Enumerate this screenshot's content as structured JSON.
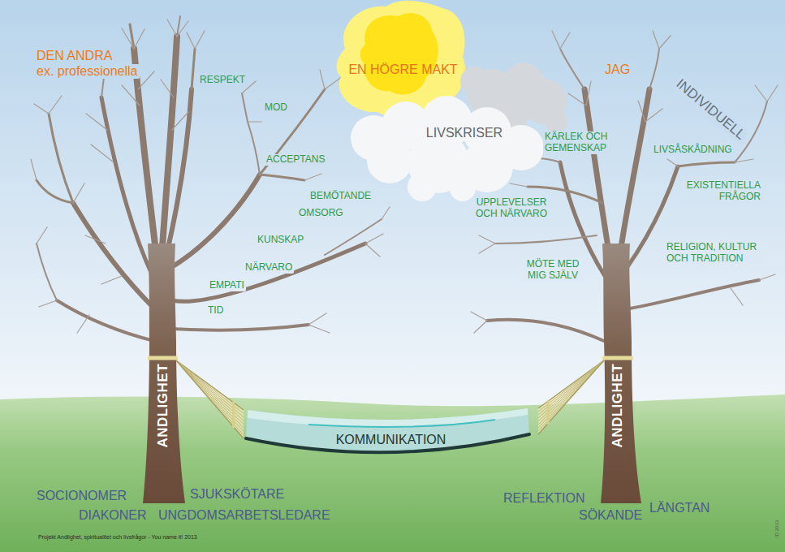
{
  "diagram": {
    "nodes": [
      {
        "text": [
          "EN HÖGRE MAKT"
        ]
      },
      {
        "text": [
          "LIVSKRISER"
        ]
      },
      {
        "text": [
          "ANDLIGHET"
        ]
      },
      {
        "text": [
          "ANDLIGHET"
        ]
      },
      {
        "text": [
          "KOMMUNIKATION"
        ]
      }
    ],
    "edges": [
      {
        "from": 2,
        "to": 4,
        "arrow": "none"
      },
      {
        "from": 4,
        "to": 3,
        "arrow": "none"
      }
    ],
    "labels": [
      "DEN ANDRA",
      "ex. professionella",
      "JAG",
      "INDIVIDUELL",
      "RESPEKT",
      "MOD",
      "ACCEPTANS",
      "BEMÖTANDE",
      "OMSORG",
      "KUNSKAP",
      "NÄRVARO",
      "EMPATI",
      "TID",
      "KÄRLEK OCH GEMENSKAP",
      "LIVSÅSKÅDNING",
      "EXISTENTIELLA FRÅGOR",
      "UPPLEVELSER OCH NÄRVARO",
      "RELIGION, KULTUR OCH TRADITION",
      "MÖTE MED MIG SJÄLV",
      "SOCIONOMER",
      "SJUKSKÖTARE",
      "DIAKONER",
      "UNGDOMSARBETSLEDARE",
      "REFLEKTION",
      "SÖKANDE",
      "LÄNGTAN",
      "Projekt Andlighet, spiritualitet och livsfrågor - You name it! 2013",
      "ID 2013"
    ]
  }
}
